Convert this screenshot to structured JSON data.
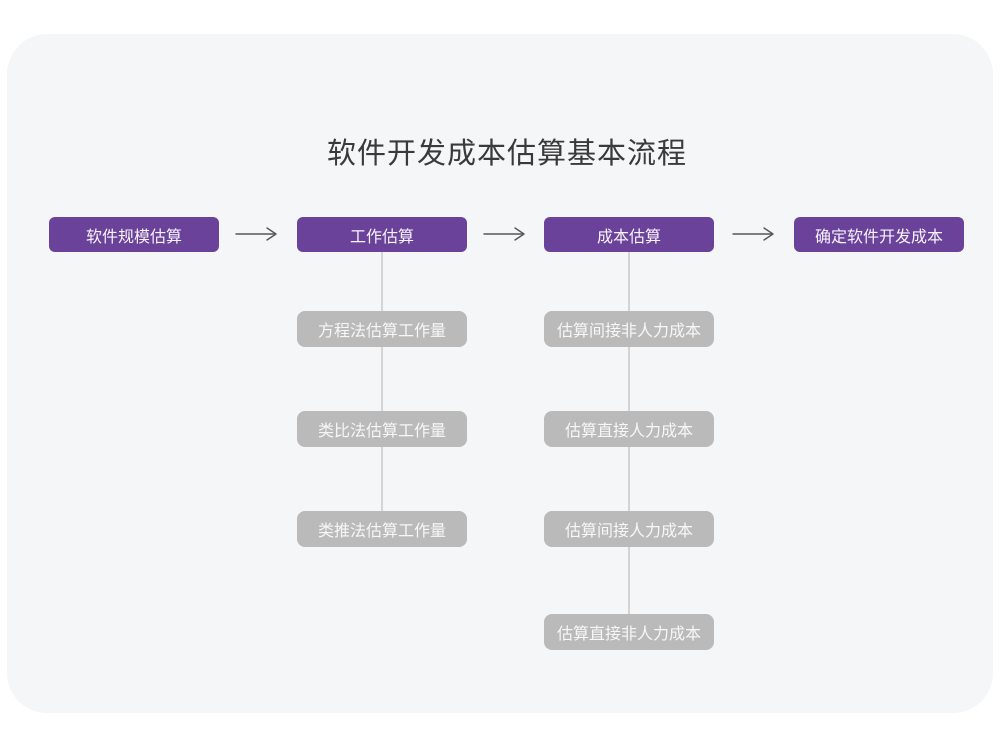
{
  "title": "软件开发成本估算基本流程",
  "colors": {
    "page_background": "#ffffff",
    "card_background": "#f5f6f7",
    "primary_node": "#6b4299",
    "secondary_node": "#bababa",
    "node_text": "#ffffff",
    "title_text": "#3a3a3c",
    "arrow": "#57575a",
    "connector_line": "#d4d4d4"
  },
  "flow": {
    "main_nodes": [
      {
        "label": "软件规模估算"
      },
      {
        "label": "工作估算"
      },
      {
        "label": "成本估算"
      },
      {
        "label": "确定软件开发成本"
      }
    ],
    "branches": [
      {
        "parent": "工作估算",
        "children": [
          "方程法估算工作量",
          "类比法估算工作量",
          "类推法估算工作量"
        ]
      },
      {
        "parent": "成本估算",
        "children": [
          "估算间接非人力成本",
          "估算直接人力成本",
          "估算间接人力成本",
          "估算直接非人力成本"
        ]
      }
    ]
  }
}
